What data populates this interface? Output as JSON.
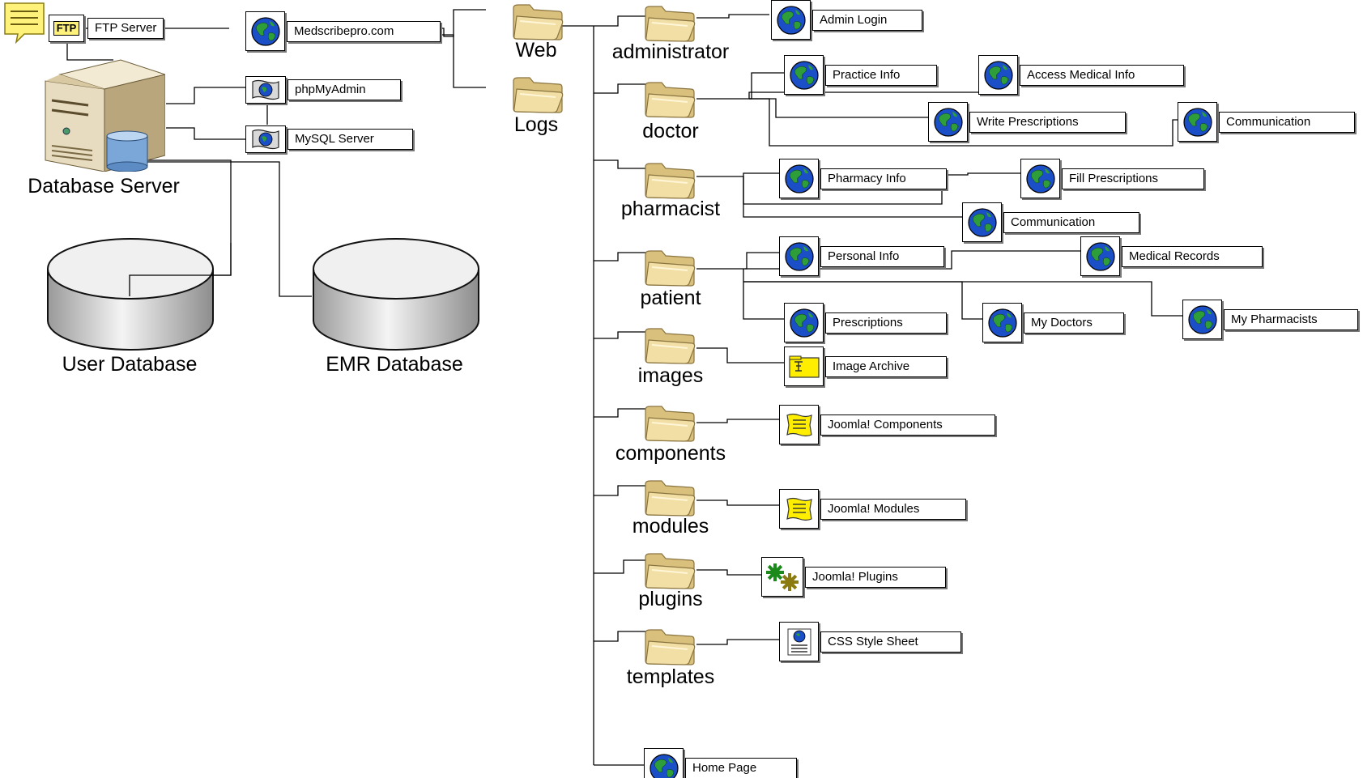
{
  "nodes": {
    "ftp_server": "FTP Server",
    "medscribepro": "Medscribepro.com",
    "phpmyadmin": "phpMyAdmin",
    "mysql_server": "MySQL Server",
    "admin_login": "Admin Login",
    "practice_info": "Practice Info",
    "access_medical_info": "Access Medical Info",
    "write_prescriptions": "Write Prescriptions",
    "doctor_communication": "Communication",
    "pharmacy_info": "Pharmacy Info",
    "fill_prescriptions": "Fill Prescriptions",
    "pharmacist_communication": "Communication",
    "personal_info": "Personal Info",
    "medical_records": "Medical Records",
    "prescriptions": "Prescriptions",
    "my_doctors": "My Doctors",
    "my_pharmacists": "My Pharmacists",
    "image_archive": "Image Archive",
    "joomla_components": "Joomla! Components",
    "joomla_modules": "Joomla! Modules",
    "joomla_plugins": "Joomla! Plugins",
    "css_style_sheet": "CSS Style Sheet",
    "home_page": "Home Page"
  },
  "folders": {
    "web": "Web",
    "logs": "Logs",
    "administrator": "administrator",
    "doctor": "doctor",
    "pharmacist": "pharmacist",
    "patient": "patient",
    "images": "images",
    "components": "components",
    "modules": "modules",
    "plugins": "plugins",
    "templates": "templates"
  },
  "servers": {
    "database_server": "Database Server",
    "user_database": "User Database",
    "emr_database": "EMR Database"
  },
  "icon_text": {
    "ftp": "FTP"
  },
  "colors": {
    "folder_fill": "#e9d49a",
    "folder_stroke": "#8a7440",
    "globe_blue": "#1b4fc7",
    "globe_green": "#2e9e3a",
    "note_yellow": "#fff27a",
    "server_beige": "#e8dcc0",
    "cylinder_grey": "#d9d9d9"
  }
}
